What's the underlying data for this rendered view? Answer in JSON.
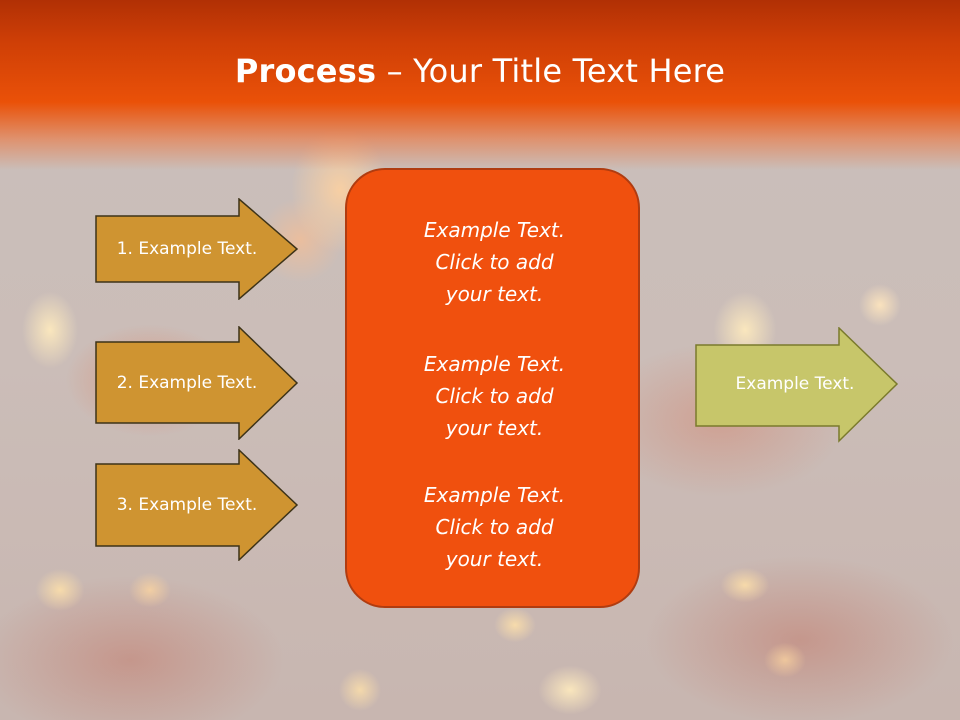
{
  "slide": {
    "title_bold": "Process",
    "title_rest": " – Your Title Text Here"
  },
  "left_arrows": [
    {
      "label": "1. Example Text."
    },
    {
      "label": "2. Example Text."
    },
    {
      "label": "3. Example Text."
    }
  ],
  "center_box": {
    "paragraphs": [
      {
        "line1": "Example Text.",
        "line2": "Click  to add",
        "line3": "your text."
      },
      {
        "line1": "Example Text.",
        "line2": "Click  to add",
        "line3": "your text."
      },
      {
        "line1": "Example Text.",
        "line2": "Click  to add",
        "line3": "your text."
      }
    ]
  },
  "right_arrow": {
    "label": "Example Text."
  },
  "colors": {
    "title_band": "#e8500a",
    "left_arrow_fill": "#cf9431",
    "left_arrow_stroke": "#3d3318",
    "center_box_fill": "#f0500e",
    "right_arrow_fill": "#c7c66a",
    "right_arrow_stroke": "#7a7a2c"
  }
}
